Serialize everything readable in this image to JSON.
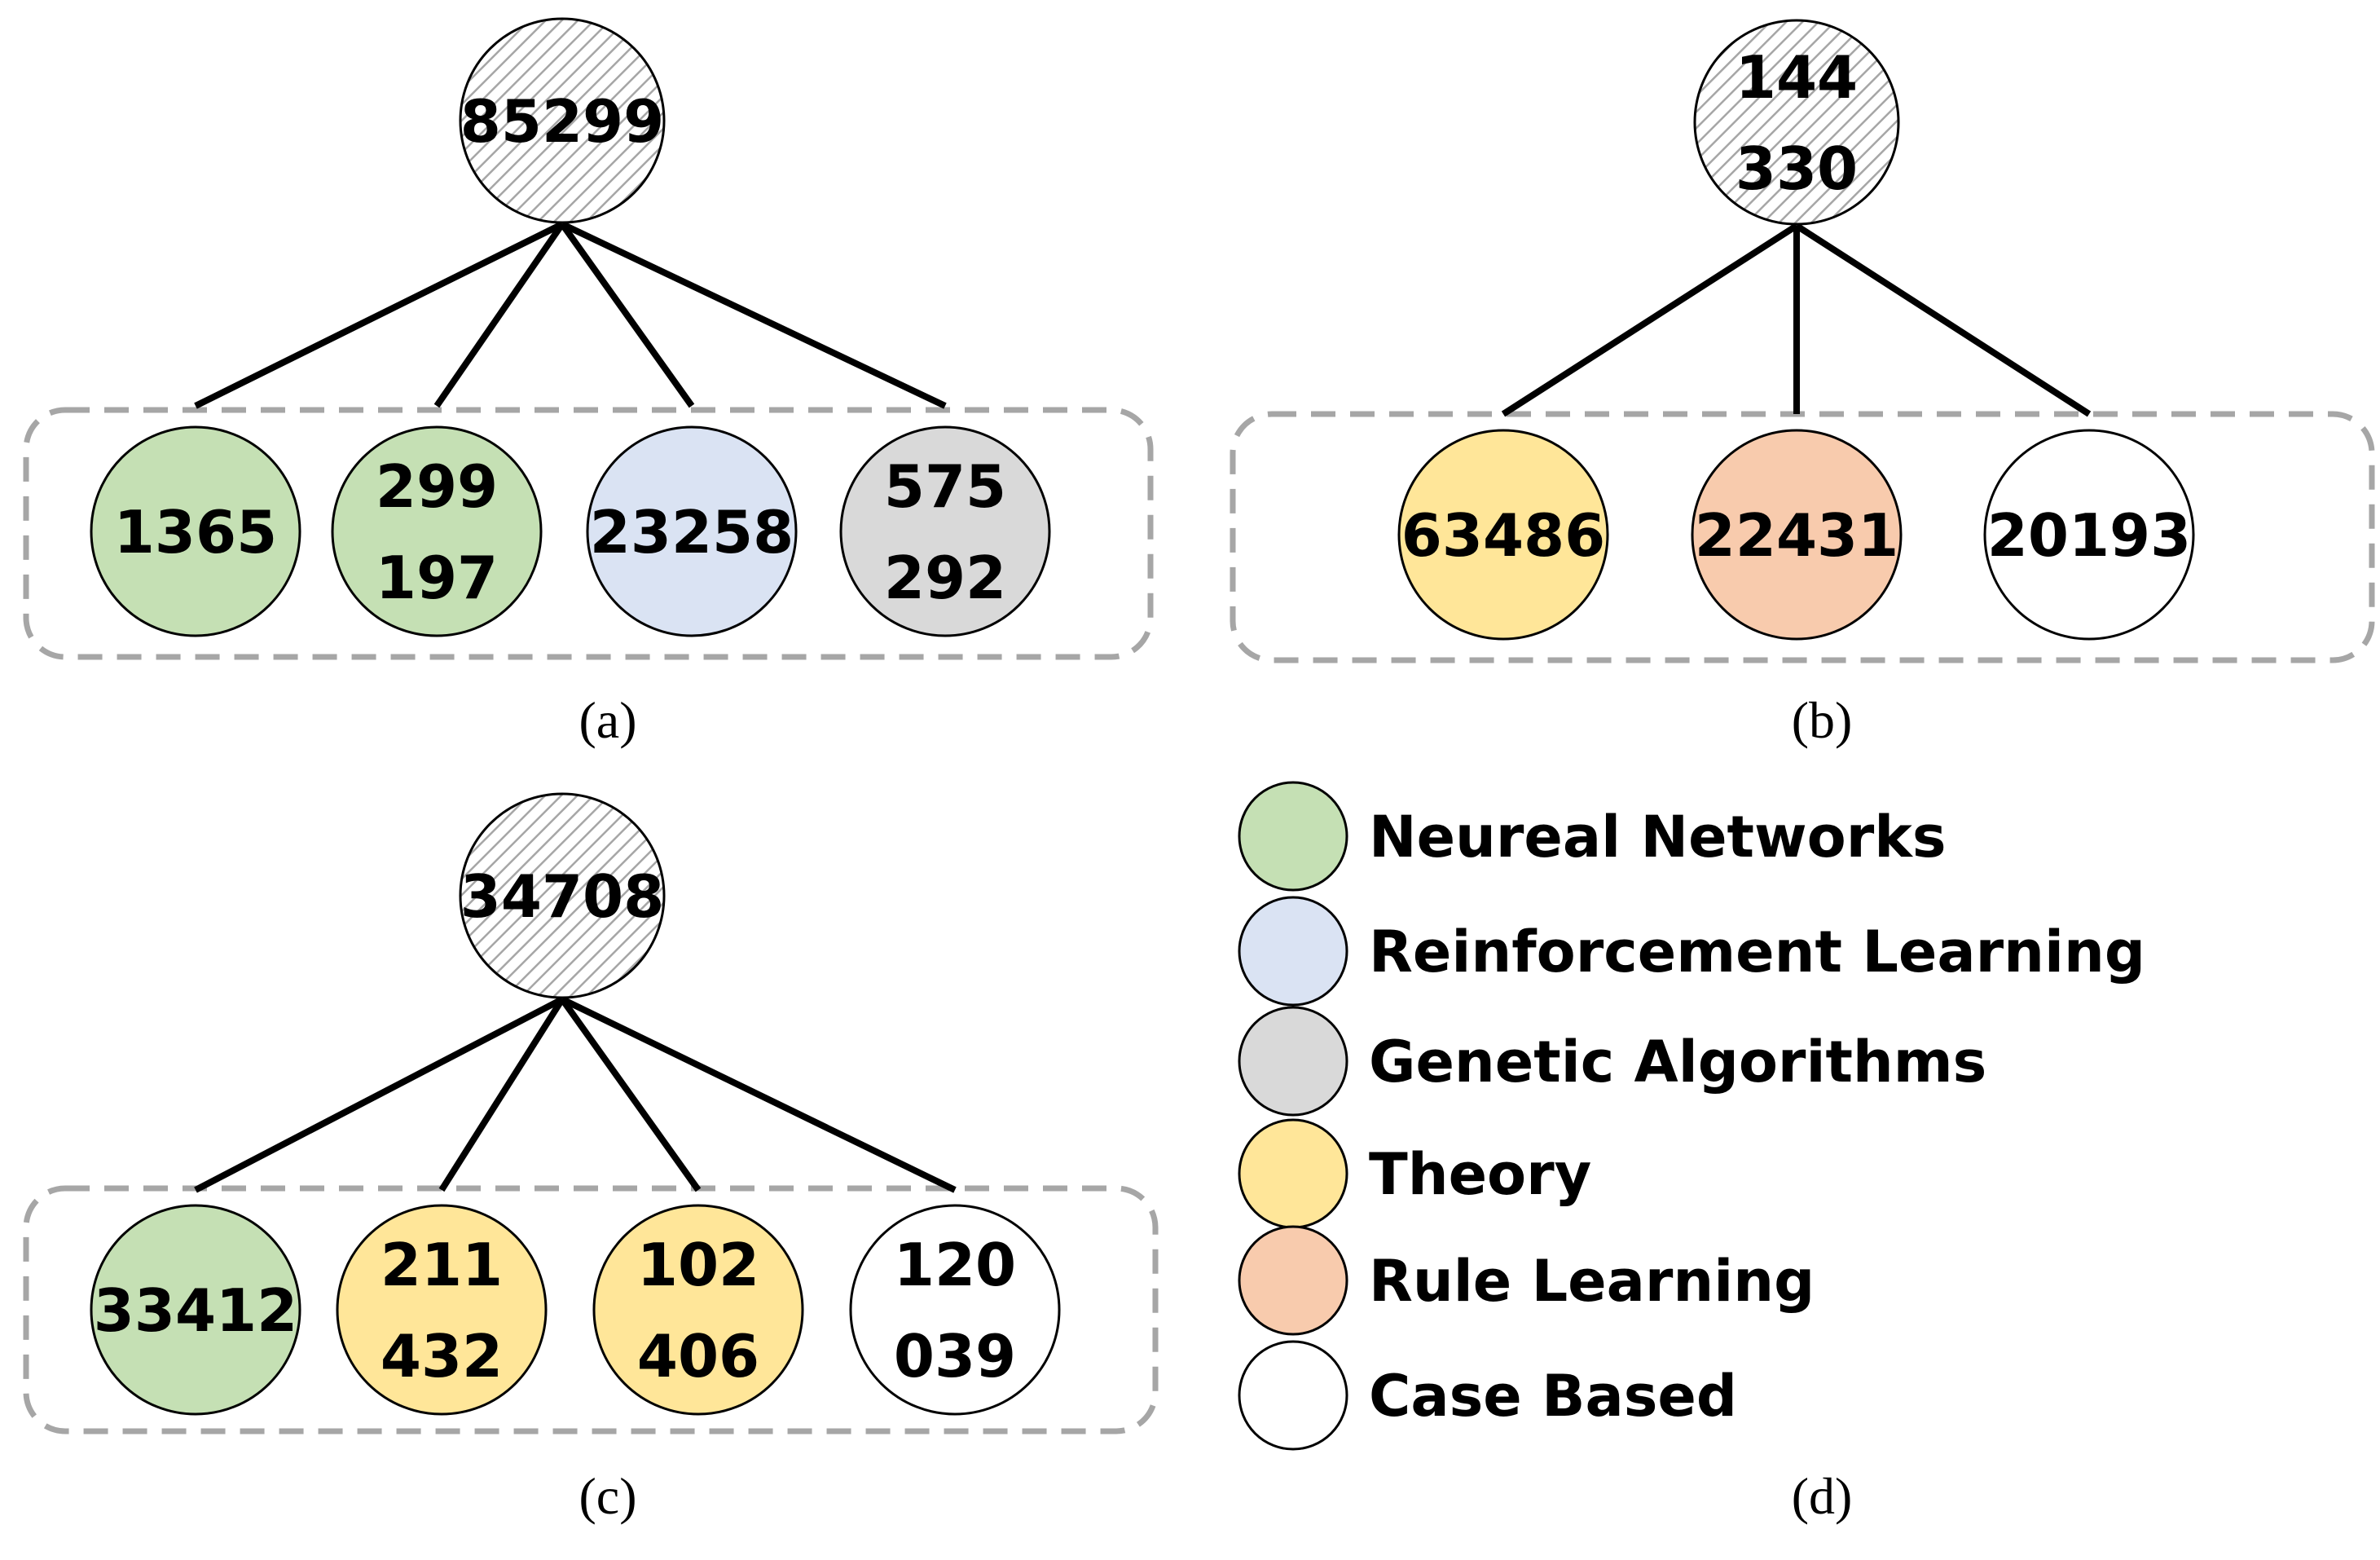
{
  "colors": {
    "neural_networks": "#c5e0b4",
    "reinforcement_learning": "#dae3f3",
    "genetic_algorithms": "#d9d9d9",
    "theory": "#ffe699",
    "rule_learning": "#f8cbad",
    "case_based": "#ffffff",
    "root_hatch": "#a6a6a6",
    "group_border": "#a6a6a6",
    "edge": "#000000"
  },
  "panels": [
    {
      "label": "(a)",
      "root": {
        "lines": [
          "85299"
        ],
        "fill": "hatched"
      },
      "children": [
        {
          "lines": [
            "1365"
          ],
          "category": "neural_networks"
        },
        {
          "lines": [
            "299",
            "197"
          ],
          "category": "neural_networks"
        },
        {
          "lines": [
            "23258"
          ],
          "category": "reinforcement_learning"
        },
        {
          "lines": [
            "575",
            "292"
          ],
          "category": "genetic_algorithms"
        }
      ]
    },
    {
      "label": "(b)",
      "root": {
        "lines": [
          "144",
          "330"
        ],
        "fill": "hatched"
      },
      "children": [
        {
          "lines": [
            "63486"
          ],
          "category": "theory"
        },
        {
          "lines": [
            "22431"
          ],
          "category": "rule_learning"
        },
        {
          "lines": [
            "20193"
          ],
          "category": "case_based"
        }
      ]
    },
    {
      "label": "(c)",
      "root": {
        "lines": [
          "34708"
        ],
        "fill": "hatched"
      },
      "children": [
        {
          "lines": [
            "33412"
          ],
          "category": "neural_networks"
        },
        {
          "lines": [
            "211",
            "432"
          ],
          "category": "theory"
        },
        {
          "lines": [
            "102",
            "406"
          ],
          "category": "theory"
        },
        {
          "lines": [
            "120",
            "039"
          ],
          "category": "case_based"
        }
      ]
    }
  ],
  "legend": {
    "label": "(d)",
    "items": [
      {
        "label": "Neureal Networks",
        "category": "neural_networks"
      },
      {
        "label": "Reinforcement Learning",
        "category": "reinforcement_learning"
      },
      {
        "label": "Genetic Algorithms",
        "category": "genetic_algorithms"
      },
      {
        "label": "Theory",
        "category": "theory"
      },
      {
        "label": "Rule Learning",
        "category": "rule_learning"
      },
      {
        "label": "Case Based",
        "category": "case_based"
      }
    ]
  }
}
